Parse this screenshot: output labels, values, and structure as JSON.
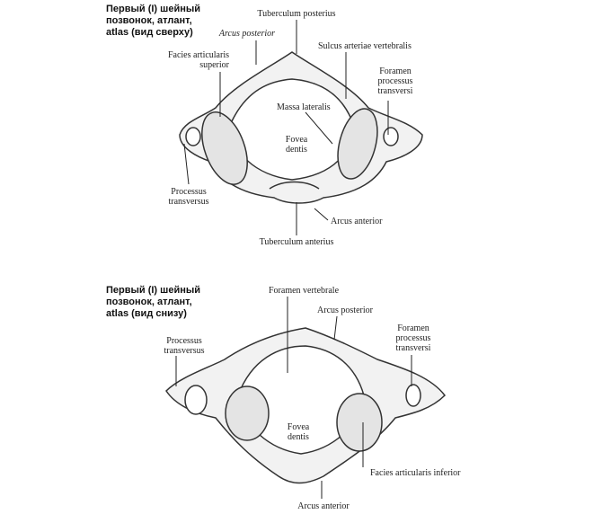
{
  "top_view": {
    "title": [
      "Первый (I) шейный",
      "позвонок, атлант,",
      "atlas (вид сверху)"
    ],
    "labels": {
      "tuberculum_posterius": "Tuberculum posterius",
      "arcus_posterior": "Arcus posterior",
      "facies_articularis_superior": [
        "Facies articularis",
        "superior"
      ],
      "sulcus_arteriae_vertebralis": "Sulcus arteriae vertebralis",
      "foramen_processus_transversi": [
        "Foramen",
        "processus",
        "transversi"
      ],
      "massa_lateralis": "Massa lateralis",
      "fovea_dentis": [
        "Fovea",
        "dentis"
      ],
      "processus_transversus": [
        "Processus",
        "transversus"
      ],
      "arcus_anterior": "Arcus anterior",
      "tuberculum_anterius": "Tuberculum anterius"
    }
  },
  "bottom_view": {
    "title": [
      "Первый (I) шейный",
      "позвонок, атлант,",
      "atlas (вид снизу)"
    ],
    "labels": {
      "foramen_vertebrale": "Foramen vertebrale",
      "arcus_posterior": "Arcus posterior",
      "foramen_processus_transversi": [
        "Foramen",
        "processus",
        "transversi"
      ],
      "processus_transversus": [
        "Processus",
        "transversus"
      ],
      "fovea_dentis": [
        "Fovea",
        "dentis"
      ],
      "facies_articularis_inferior": "Facies articularis inferior",
      "arcus_anterior": "Arcus anterior"
    }
  }
}
